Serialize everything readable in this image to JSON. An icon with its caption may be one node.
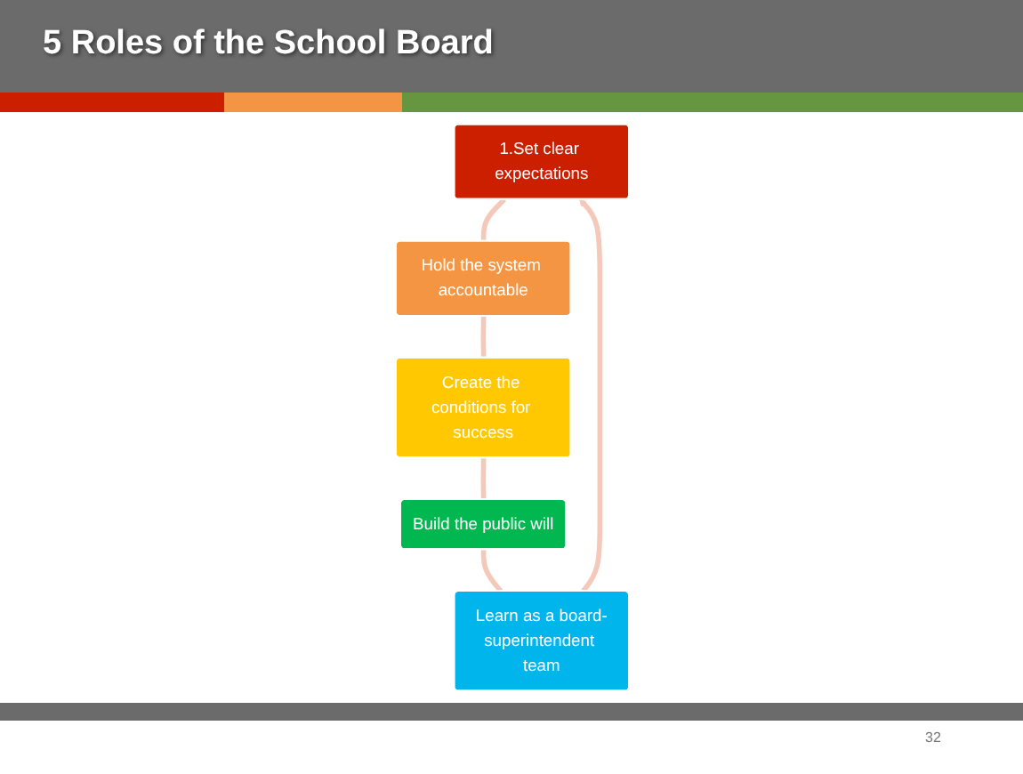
{
  "diagram": {
    "title": "5 Roles of the School Board",
    "nodes": [
      {
        "text": [
          "1.Set clear expectations"
        ]
      },
      {
        "text": [
          "Hold the system accountable"
        ]
      },
      {
        "text": [
          "Create the conditions for success"
        ]
      },
      {
        "text": [
          "Build the public will"
        ]
      },
      {
        "text": [
          "Learn as a board-superintendent team"
        ]
      }
    ],
    "edges": [
      {
        "from": 0,
        "to": 1,
        "arrow": "none"
      },
      {
        "from": 1,
        "to": 2,
        "arrow": "none"
      },
      {
        "from": 2,
        "to": 3,
        "arrow": "none"
      },
      {
        "from": 3,
        "to": 4,
        "arrow": "none"
      },
      {
        "from": 4,
        "to": 0,
        "arrow": "to"
      }
    ],
    "labels": [
      "32"
    ]
  }
}
